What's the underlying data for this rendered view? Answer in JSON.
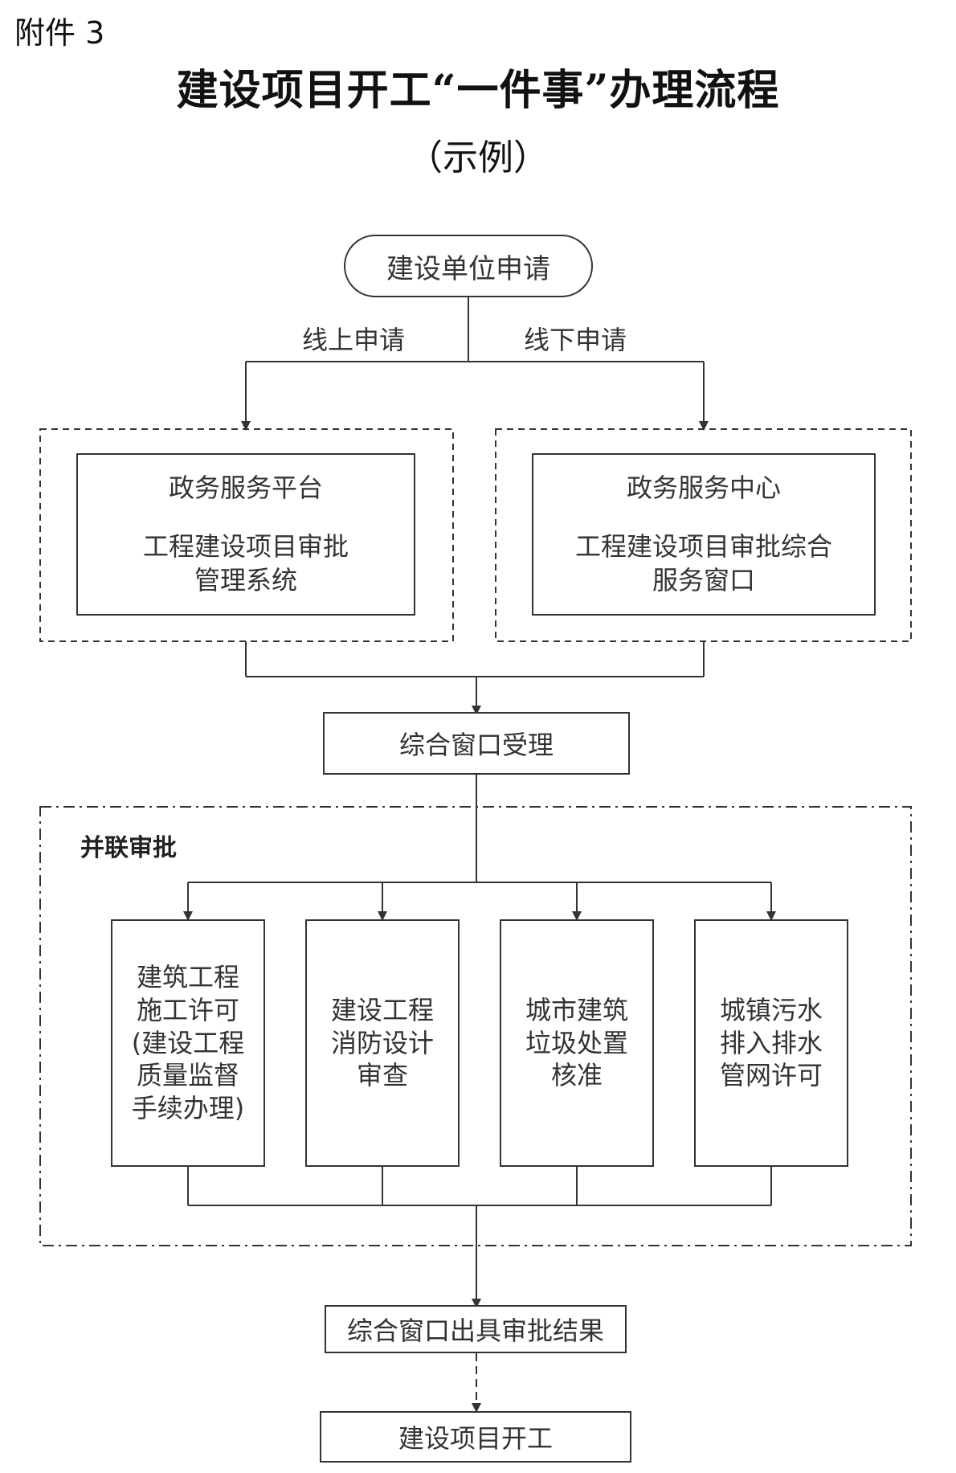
{
  "header": {
    "annex": "附件 3",
    "title": "建设项目开工“一件事”办理流程",
    "subtitle": "（示例）"
  },
  "flow": {
    "start": "建设单位申请",
    "branch_online": "线上申请",
    "branch_offline": "线下申请",
    "online_panel": {
      "line1": "政务服务平台",
      "line2": "工程建设项目审批",
      "line3": "管理系统"
    },
    "offline_panel": {
      "line1": "政务服务中心",
      "line2": "工程建设项目审批综合",
      "line3": "服务窗口"
    },
    "accept": "综合窗口受理",
    "parallel_label": "并联审批",
    "items": [
      {
        "lines": [
          "建筑工程",
          "施工许可",
          "(建设工程",
          "质量监督",
          "手续办理)"
        ]
      },
      {
        "lines": [
          "建设工程",
          "消防设计",
          "审查"
        ]
      },
      {
        "lines": [
          "城市建筑",
          "垃圾处置",
          "核准"
        ]
      },
      {
        "lines": [
          "城镇污水",
          "排入排水",
          "管网许可"
        ]
      }
    ],
    "result": "综合窗口出具审批结果",
    "end": "建设项目开工"
  }
}
